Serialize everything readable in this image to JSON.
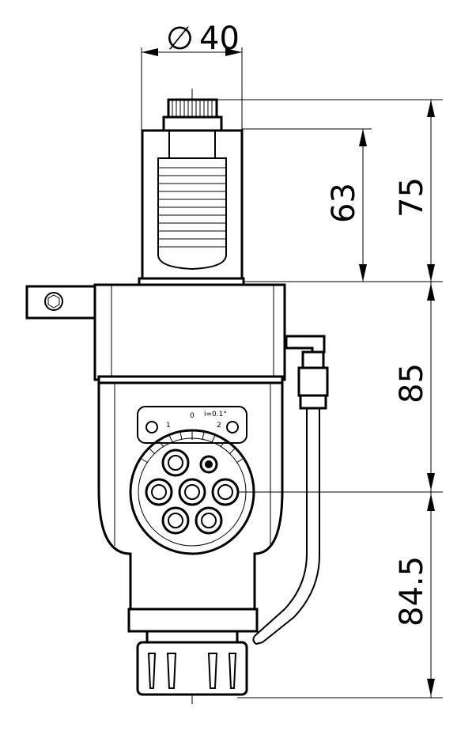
{
  "diameter_symbol": "∅",
  "dimensions": {
    "diameter": "40",
    "shank_length": "63",
    "total_top": "75",
    "body_upper": "85",
    "body_lower": "84.5"
  },
  "dial": {
    "scale_left": "1",
    "scale_mid": "0",
    "scale_right": "i=0.1°",
    "scale_right2": "2"
  }
}
